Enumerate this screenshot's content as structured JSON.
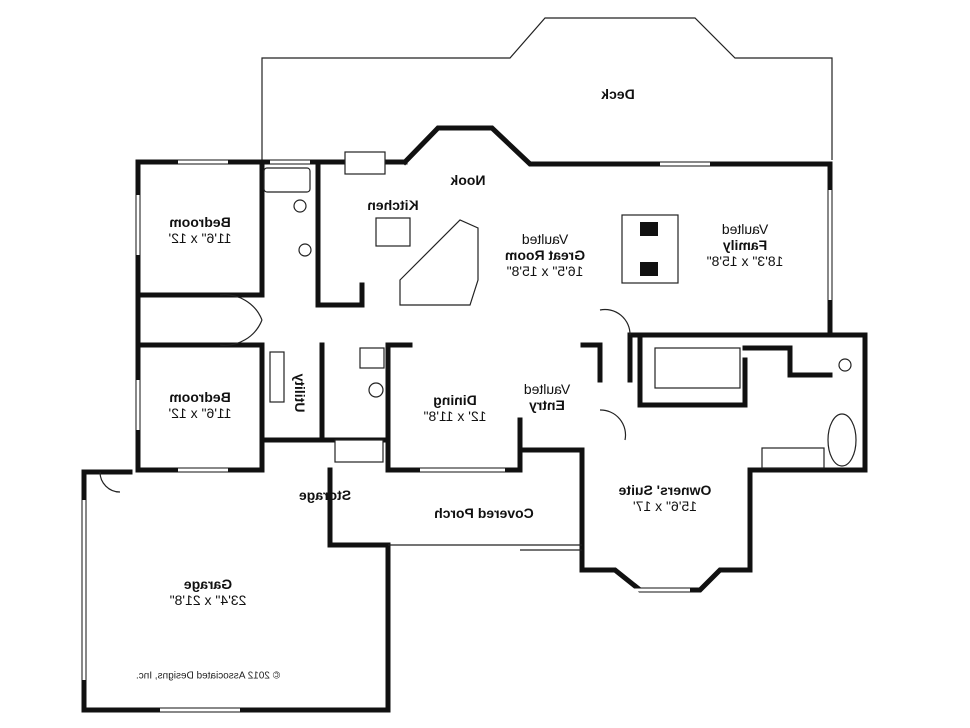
{
  "plan": {
    "rooms": [
      {
        "key": "deck",
        "name": "Deck",
        "dims": ""
      },
      {
        "key": "nook",
        "name": "Nook",
        "dims": ""
      },
      {
        "key": "kitchen",
        "name": "Kitchen",
        "dims": ""
      },
      {
        "key": "great",
        "prefix": "Vaulted",
        "name": "Great Room",
        "dims": "16'5\" x 15'8\""
      },
      {
        "key": "family",
        "prefix": "Vaulted",
        "name": "Family",
        "dims": "18'3\" x 15'8\""
      },
      {
        "key": "bed1",
        "name": "Bedroom",
        "dims": "11'6\" x 12'"
      },
      {
        "key": "bed2",
        "name": "Bedroom",
        "dims": "11'6\" x 12'"
      },
      {
        "key": "utility",
        "name": "Utility",
        "dims": ""
      },
      {
        "key": "dining",
        "name": "Dining",
        "dims": "12' x 11'8\""
      },
      {
        "key": "entry",
        "prefix": "Vaulted",
        "name": "Entry",
        "dims": ""
      },
      {
        "key": "owners",
        "name": "Owners' Suite",
        "dims": "15'6\" x 17'"
      },
      {
        "key": "storage",
        "name": "Storage",
        "dims": ""
      },
      {
        "key": "porch",
        "name": "Covered Porch",
        "dims": ""
      },
      {
        "key": "garage",
        "name": "Garage",
        "dims": "23'4\" x 21'8\""
      }
    ],
    "copyright": "© 2012 Associated Designs, Inc."
  }
}
